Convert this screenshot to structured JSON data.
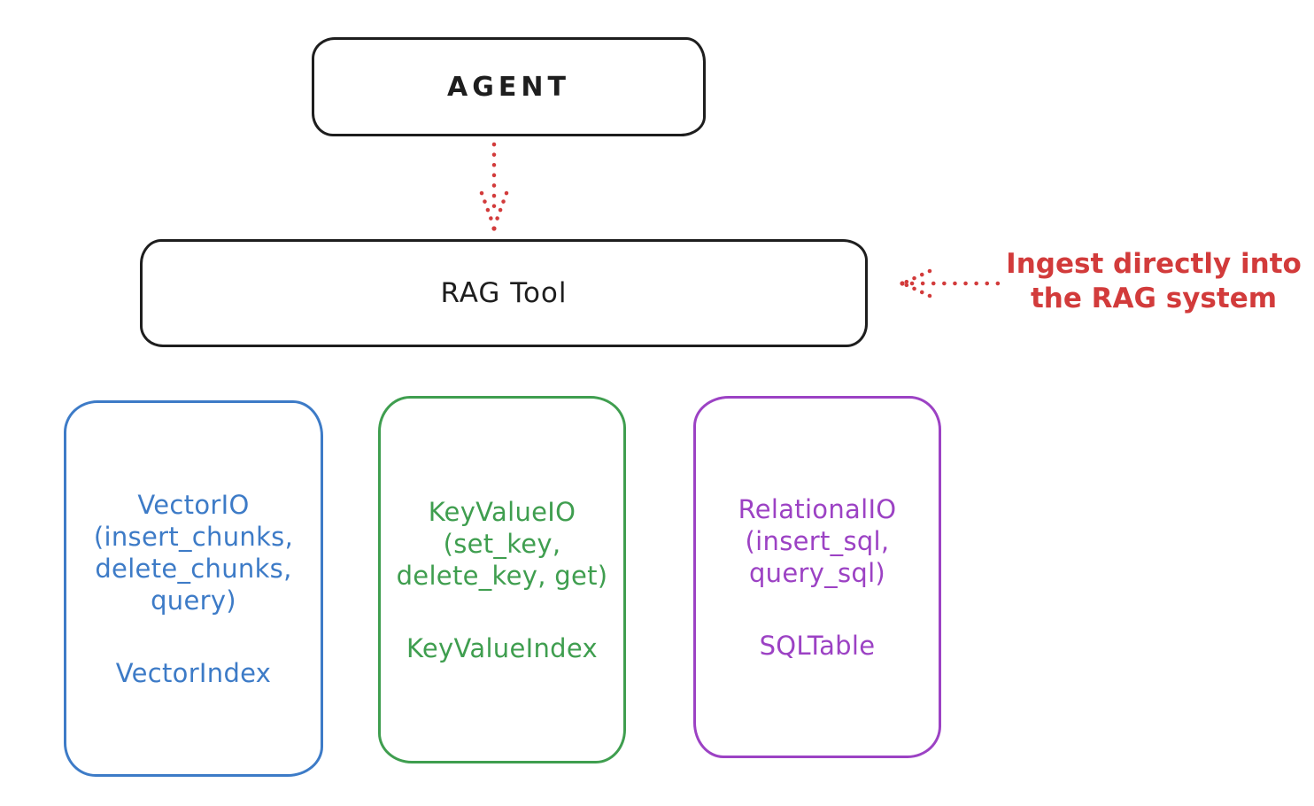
{
  "colors": {
    "ink": "#1e1e1e",
    "red": "#d23b3b",
    "blue": "#3d7bc7",
    "green": "#3f9e4f",
    "purple": "#9c42c4",
    "canvas": "#ffffff"
  },
  "agent_box": {
    "label": "AGENT"
  },
  "rag_tool_box": {
    "label": "RAG Tool"
  },
  "annotation": {
    "line1": "Ingest directly into",
    "line2": "the RAG system"
  },
  "io_boxes": [
    {
      "title": "VectorIO",
      "method_lines": [
        "(insert_chunks,",
        "delete_chunks,",
        "query)"
      ],
      "index_label": "VectorIndex"
    },
    {
      "title": "KeyValueIO",
      "method_lines": [
        "(set_key,",
        "delete_key, get)"
      ],
      "index_label": "KeyValueIndex"
    },
    {
      "title": "RelationalIO",
      "method_lines": [
        "(insert_sql,",
        "query_sql)"
      ],
      "index_label": "SQLTable"
    }
  ]
}
